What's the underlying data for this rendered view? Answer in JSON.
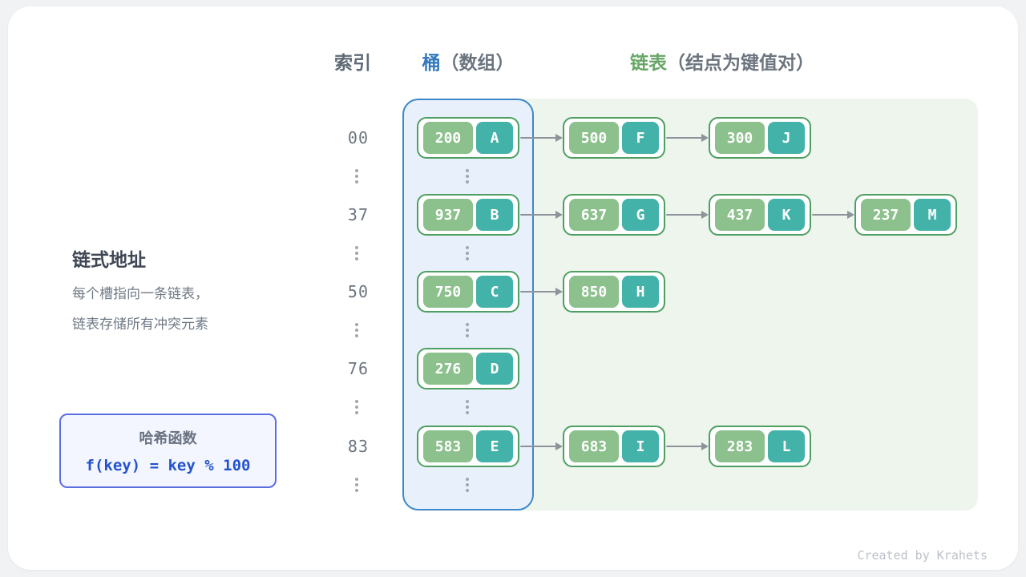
{
  "headers": {
    "index": "索引",
    "bucket": "桶",
    "bucket_note": "（数组）",
    "list": "链表",
    "list_note": "（结点为键值对）"
  },
  "left_panel": {
    "title": "链式地址",
    "desc_line1": "每个槽指向一条链表，",
    "desc_line2": "链表存储所有冲突元素",
    "hash_box": {
      "title": "哈希函数",
      "formula": "f(key) = key % 100"
    }
  },
  "rows": [
    {
      "index": "00",
      "bucket": {
        "key": "200",
        "value": "A"
      },
      "chain": [
        {
          "key": "500",
          "value": "F"
        },
        {
          "key": "300",
          "value": "J"
        }
      ]
    },
    {
      "index": "37",
      "bucket": {
        "key": "937",
        "value": "B"
      },
      "chain": [
        {
          "key": "637",
          "value": "G"
        },
        {
          "key": "437",
          "value": "K"
        },
        {
          "key": "237",
          "value": "M"
        }
      ]
    },
    {
      "index": "50",
      "bucket": {
        "key": "750",
        "value": "C"
      },
      "chain": [
        {
          "key": "850",
          "value": "H"
        }
      ]
    },
    {
      "index": "76",
      "bucket": {
        "key": "276",
        "value": "D"
      },
      "chain": []
    },
    {
      "index": "83",
      "bucket": {
        "key": "583",
        "value": "E"
      },
      "chain": [
        {
          "key": "683",
          "value": "I"
        },
        {
          "key": "283",
          "value": "L"
        }
      ]
    }
  ],
  "footer": {
    "credit": "Created by Krahets"
  },
  "colors": {
    "page_bg": "#f1f2f4",
    "card_bg": "#ffffff",
    "header_text": "#5f6b76",
    "bucket_header": "#3279be",
    "list_header": "#68a667",
    "note_text": "#6c757f",
    "index_text": "#6c757f",
    "node_border": "#4f9f63",
    "key_bg": "#8cc08c",
    "val_bg": "#43b3a9",
    "node_text": "#ffffff",
    "bucket_panel_bg": "#e8f1fb",
    "bucket_panel_border": "#3e87c8",
    "list_panel_bg": "#edf5ed",
    "arrow": "#8d939b",
    "dots": "#a2a7ae",
    "title_text": "#3f4754",
    "desc_text": "#6f7a85",
    "hash_box_border": "#5c6fe0",
    "hash_box_bg": "#f3f6ff",
    "hash_title": "#6b7280",
    "hash_formula": "#2353cc",
    "credit": "#bcc1c9"
  }
}
